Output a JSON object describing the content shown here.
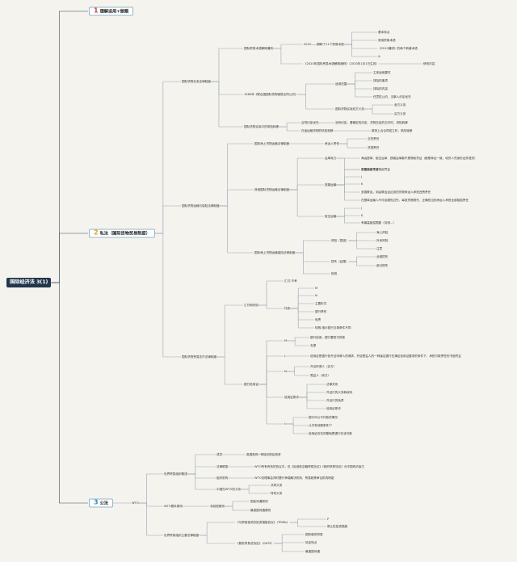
{
  "root": "国际经济法 3(1)",
  "branches": [
    {
      "id": "b1",
      "num": "1",
      "label": "理解运用+做题"
    },
    {
      "id": "b2",
      "num": "2",
      "label": "私法（国际货物贸易制度）"
    },
    {
      "id": "b3",
      "num": "3",
      "label": "公法"
    }
  ],
  "nodes": {
    "n01": "国际货物买卖法律制度",
    "n02": "国际贸易术语解释通则",
    "n03": "2010——解释了11个贸易术语",
    "n04": "基本特点",
    "n05": "常用贸易术语",
    "n06": "《2010通则》的两个新增术语",
    "n07": "&",
    "n08": "《2020年国际贸易术语解释通则》（2020年1月1日生效）",
    "n09": "修改内容",
    "n10": "1980年《联合国国际货物销售合同公约》",
    "n11": "适用范围",
    "n12": "主体适用要件",
    "n13": "排除的事项",
    "n14": "排除的内容",
    "n15": "任意性公约，当事人约定优先",
    "n16": "国际货物买卖双方义务",
    "n17": "卖方义务",
    "n18": "买方义务",
    "n19": "国际货物买卖中的风险转移",
    "n20": "合同约定优先",
    "n21": "没有约定，看确定的约定，货物交给的交付时，风险转移",
    "n22": "在途运输货物的风险转移",
    "n23": "原则上合合同成立时，风险转移",
    "n24": "国际货物运输与保险法律制度",
    "n25": "国际海上货物运输法律制度",
    "n26": "承运人责任",
    "n27": "交货责任",
    "n28": "货损责任",
    "n29": "其他国际货物运输法律制度",
    "n30": "运单效力",
    "n31": "海运提单、航空运单、铁路运单都不是物权凭证（都是单证一致，收货人凭身份证件提货）",
    "n32": "不是物权凭证",
    "n33": "铁路运单不是物权凭证",
    "n34": "铁路运输",
    "n35": "J",
    "n36": "K",
    "n37": "多国联运，到由联运运达到的货物承运人承担违责责任",
    "n38": "在基单运输人不可克服的过失，每放货物损失，正确担当的承运人承担全部赔偿责任",
    "n39": "航空运输",
    "n40": "J",
    "n41": "K",
    "n42": "有最高赔偿限额（另例...）",
    "n43": "国际海上货物运输保险法律制度",
    "n44": "风险（损因）",
    "n45": "海上风险",
    "n46": "外来风险",
    "n47": "注意",
    "n48": "损失（结果）",
    "n49": "全部损失",
    "n50": "部分损失",
    "n51": "险别",
    "n52": "国际货物贸易支付法律制度",
    "n53": "汇付和托收",
    "n54": "汇付-不考",
    "n55": "托收",
    "n56": "M",
    "n57": "N",
    "n58": "主要形式",
    "n59": "银行责任",
    "n60": "免责",
    "n61": "特殊-指示银行交单条件不同",
    "n62": "银行信用证",
    "n63": "M",
    "n64": "银行信用，银行要担付货款",
    "n65": "支撑",
    "n66": "L",
    "n67": "信用证是银行依开证申请人的请求，开给受益人的一种保证银行在满足信用证要求的条件下，承担付款责任的书面凭证",
    "n68": "N",
    "n69": "开证申请人（买方）",
    "n70": "受益人（卖方）",
    "n71": "信用证欺诈",
    "n72": "法律关系",
    "n73": "开证行的义务和权利",
    "n74": "开证行的免责",
    "n75": "信用证欺诈",
    "n76": "I",
    "n77": "银行可以不付款的情况",
    "n78": "认付有效期条件3°",
    "n79": "信用证存在的基础是银行在该付款",
    "n80": "WTO",
    "n81": "世界贸易组织概述",
    "n82": "成员",
    "n83": "各国政府+单独关税区政府",
    "n84": "法律框架",
    "n85": "WTO所有有效的协议中，仅《民用航空器贸易协议》《政府采购协议》对中国有约束力",
    "n86": "组织机构",
    "n87": "WTO总理事会同时履行争端解决机构、贸易政策审议机构职能",
    "n88": "中国在WTO的义务",
    "n89": "共同义务",
    "n90": "特有义务",
    "n91": "WTO基本原则",
    "n92": "非歧视原则",
    "n93": "国民待遇原则",
    "n94": "最惠国待遇原则",
    "n95": "世界贸易组织主要法律制度",
    "n96": "《与贸易相关的投资措施协议》（TRIMs）",
    "n97": "P",
    "n98": "禁止性投资措施",
    "n99": "《服务贸易总协定》（GATS）",
    "n100": "国际服务贸易",
    "n101": "协定特点",
    "n102": "最重国待遇"
  }
}
